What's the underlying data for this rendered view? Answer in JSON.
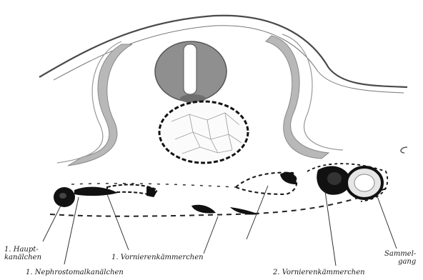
{
  "figure": {
    "labels": {
      "hauptkanaelchen": "1. Haupt-\nkanälchen",
      "nephrostomal": "1. Nephrostomalkanälchen",
      "vorniere_1": "1. Vornierenkämmerchen",
      "vorniere_2": "2. Vornierenkämmerchen",
      "sammelgang": "Sammel-\ngang"
    }
  }
}
